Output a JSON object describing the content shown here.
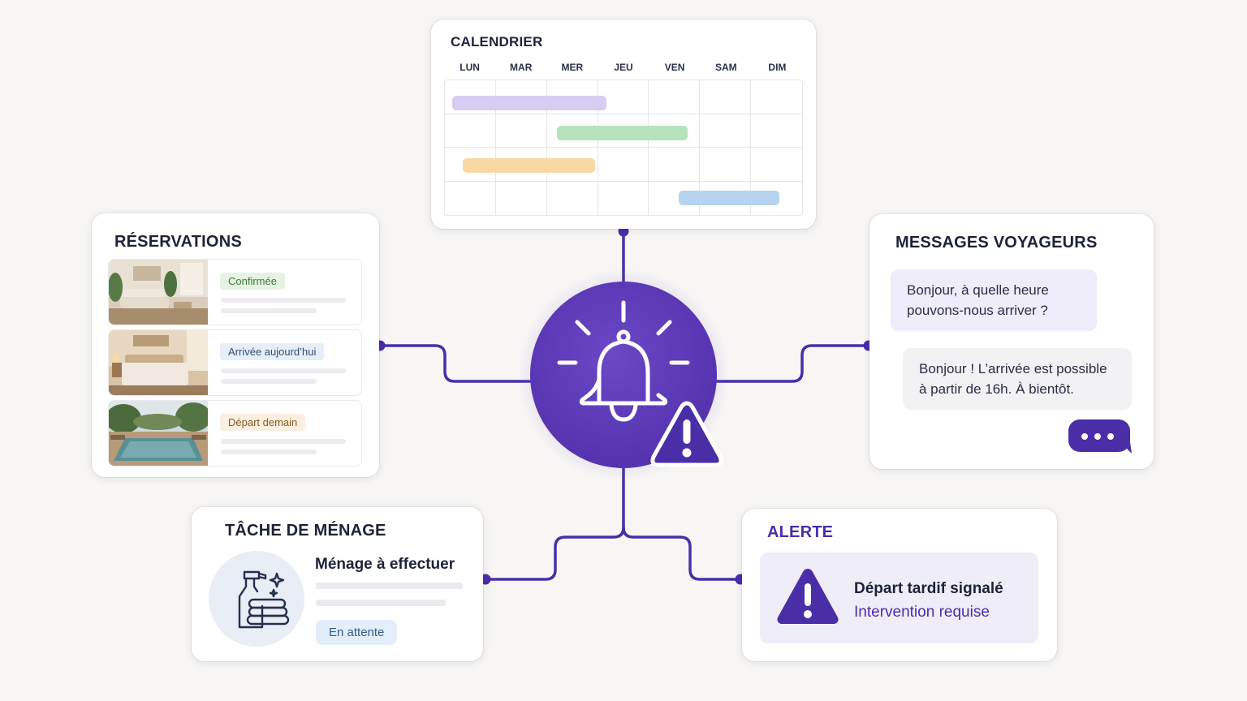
{
  "colors": {
    "accent": "#4a2ea8",
    "bar_purple": "#d6cdf3",
    "bar_green": "#b7e3bc",
    "bar_orange": "#f9d9a3",
    "bar_blue": "#b6d3ef"
  },
  "calendar": {
    "title": "CALENDRIER",
    "days": [
      "LUN",
      "MAR",
      "MER",
      "JEU",
      "VEN",
      "SAM",
      "DIM"
    ]
  },
  "reservations": {
    "title": "RÉSERVATIONS",
    "items": [
      {
        "status": "Confirmée",
        "image": "living-room-photo",
        "badge_bg": "#e6f3e2",
        "badge_fg": "#3f7a3a"
      },
      {
        "status": "Arrivée aujourd’hui",
        "image": "bedroom-photo",
        "badge_bg": "#e6eef8",
        "badge_fg": "#2f4f74"
      },
      {
        "status": "Départ demain",
        "image": "pool-photo",
        "badge_bg": "#fbefe1",
        "badge_fg": "#8a5a1f"
      }
    ]
  },
  "messages": {
    "title": "MESSAGES VOYAGEURS",
    "incoming": "Bonjour, à quelle heure pouvons-nous arriver ?",
    "outgoing": "Bonjour ! L’arrivée est possible à partir de 16h. À bientôt."
  },
  "task": {
    "title": "TÂCHE DE MÉNAGE",
    "heading": "Ménage à effectuer",
    "status": "En attente"
  },
  "alert": {
    "title": "ALERTE",
    "heading": "Départ tardif signalé",
    "sub": "Intervention requise"
  },
  "hub": {
    "icon": "bell-icon",
    "badge_icon": "warning-icon"
  }
}
